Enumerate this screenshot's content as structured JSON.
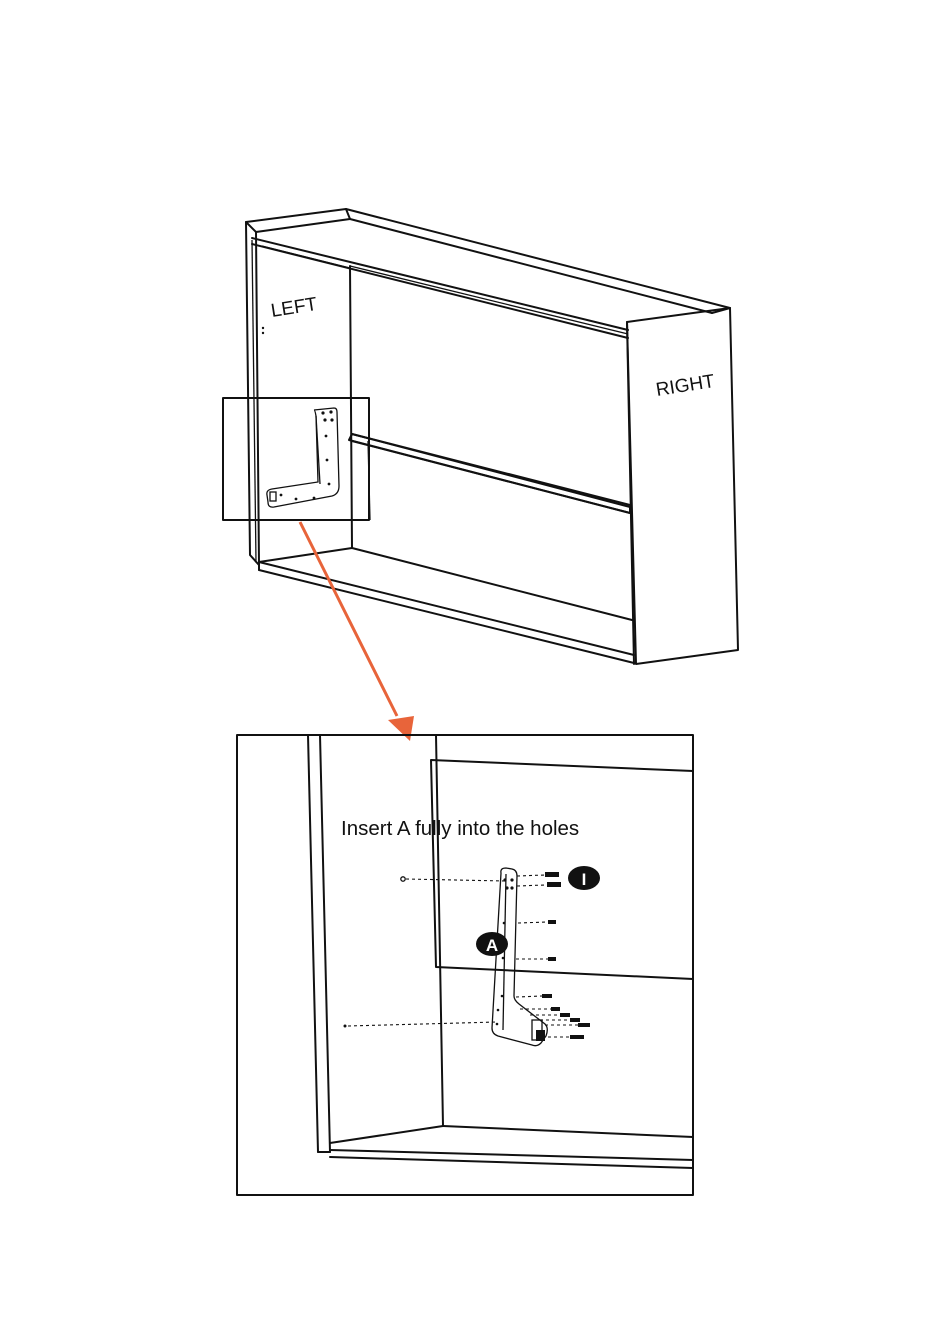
{
  "labels": {
    "left": "LEFT",
    "right": "RIGHT",
    "instruction": "Insert A fully into the holes"
  },
  "badges": {
    "part_a": "A",
    "part_i": "I"
  },
  "colors": {
    "line": "#111111",
    "arrow": "#e8643a",
    "background": "#ffffff"
  }
}
